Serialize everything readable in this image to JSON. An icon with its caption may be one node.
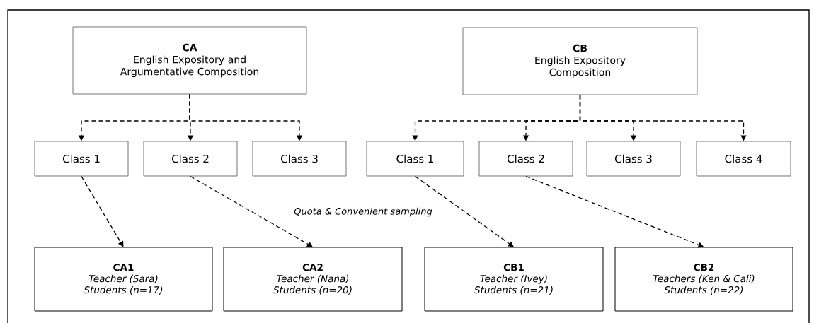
{
  "diagram": {
    "nodes": [
      {
        "text": [
          "CA",
          "English Expository and Argumentative Composition"
        ]
      },
      {
        "text": [
          "CB",
          "English Expository Composition"
        ]
      },
      {
        "text": [
          "Class 1"
        ]
      },
      {
        "text": [
          "Class 2"
        ]
      },
      {
        "text": [
          "Class 3"
        ]
      },
      {
        "text": [
          "Class 1"
        ]
      },
      {
        "text": [
          "Class 2"
        ]
      },
      {
        "text": [
          "Class 3"
        ]
      },
      {
        "text": [
          "Class 4"
        ]
      },
      {
        "text": [
          "CA1",
          "Teacher (Sara)",
          "Students (n=17)"
        ]
      },
      {
        "text": [
          "CA2",
          "Teacher (Nana)",
          "Students (n=20)"
        ]
      },
      {
        "text": [
          "CB1",
          "Teacher (Ivey)",
          "Students (n=21)"
        ]
      },
      {
        "text": [
          "CB2",
          "Teachers (Ken & Cali)",
          "Students (n=22)"
        ]
      }
    ],
    "edges": [
      {
        "from": 0,
        "to": 2,
        "arrow": "to",
        "style": "dashed"
      },
      {
        "from": 0,
        "to": 3,
        "arrow": "to",
        "style": "dashed"
      },
      {
        "from": 0,
        "to": 4,
        "arrow": "to",
        "style": "dashed"
      },
      {
        "from": 1,
        "to": 5,
        "arrow": "to",
        "style": "dashed"
      },
      {
        "from": 1,
        "to": 6,
        "arrow": "to",
        "style": "dashed"
      },
      {
        "from": 1,
        "to": 7,
        "arrow": "to",
        "style": "dashed"
      },
      {
        "from": 1,
        "to": 8,
        "arrow": "to",
        "style": "dashed"
      },
      {
        "from": 2,
        "to": 9,
        "arrow": "to",
        "style": "dashed"
      },
      {
        "from": 3,
        "to": 10,
        "arrow": "to",
        "style": "dashed"
      },
      {
        "from": 5,
        "to": 11,
        "arrow": "to",
        "style": "dashed"
      },
      {
        "from": 6,
        "to": 12,
        "arrow": "to",
        "style": "dashed"
      }
    ],
    "labels": [
      "Quota & Convenient sampling"
    ]
  }
}
